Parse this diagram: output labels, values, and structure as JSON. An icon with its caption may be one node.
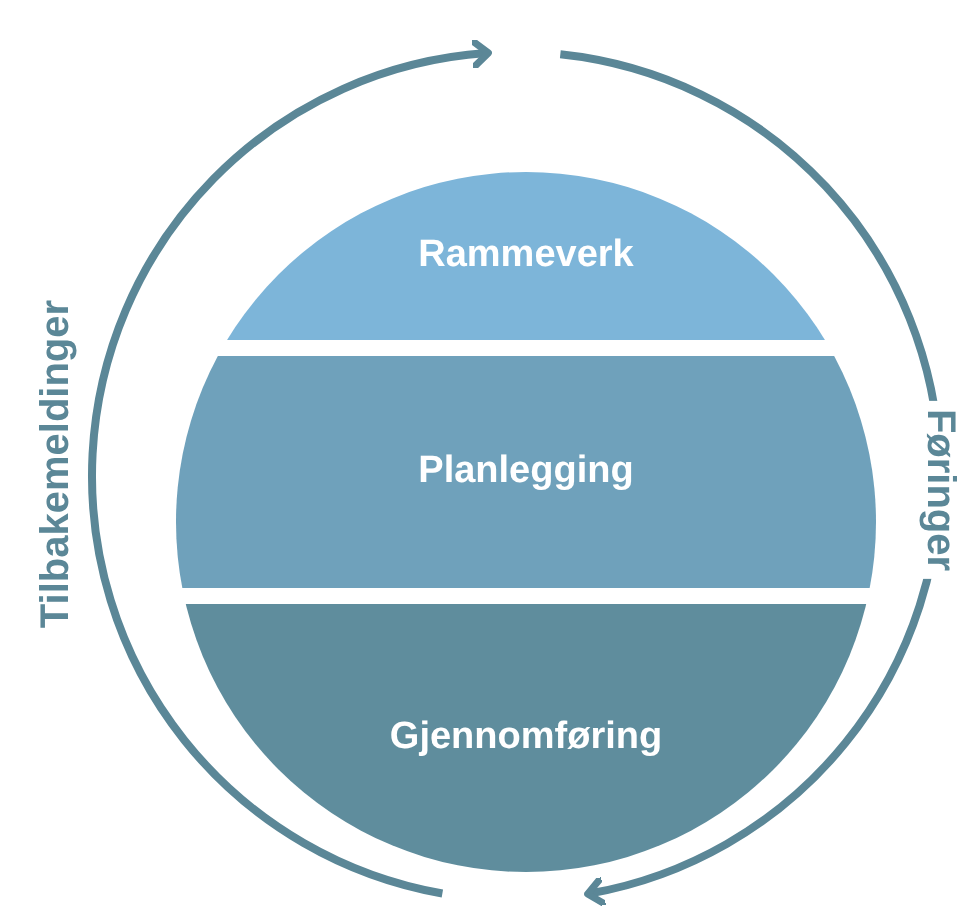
{
  "diagram": {
    "nodes": [
      {
        "text": [
          "Rammeverk"
        ]
      },
      {
        "text": [
          "Planlegging"
        ]
      },
      {
        "text": [
          "Gjennomføring"
        ]
      }
    ],
    "labels": [
      "Tilbakemeldinger",
      "Føringer"
    ]
  }
}
